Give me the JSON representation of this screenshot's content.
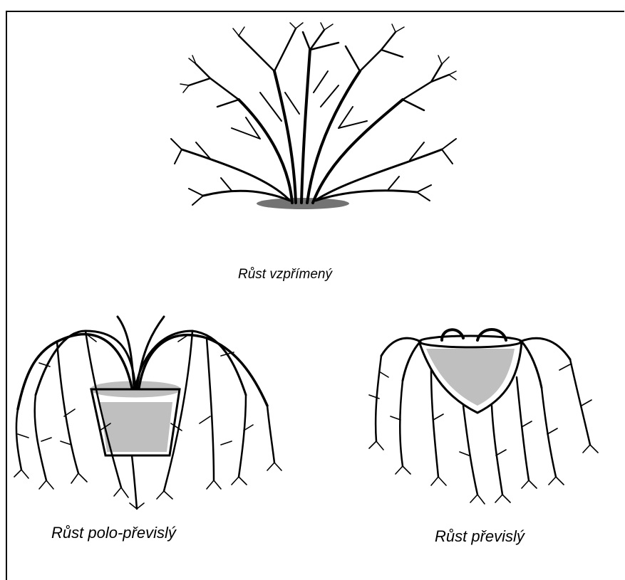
{
  "captions": {
    "upright": "Růst vzpřímený",
    "semi_trailing": "Růst polo-převislý",
    "trailing": "Růst převislý"
  },
  "colors": {
    "ink": "#000000",
    "background": "#ffffff"
  },
  "icons": {
    "upright": "upright-shrub-icon",
    "semi_trailing": "semi-trailing-plant-pot-icon",
    "trailing": "trailing-plant-hanging-basket-icon"
  }
}
